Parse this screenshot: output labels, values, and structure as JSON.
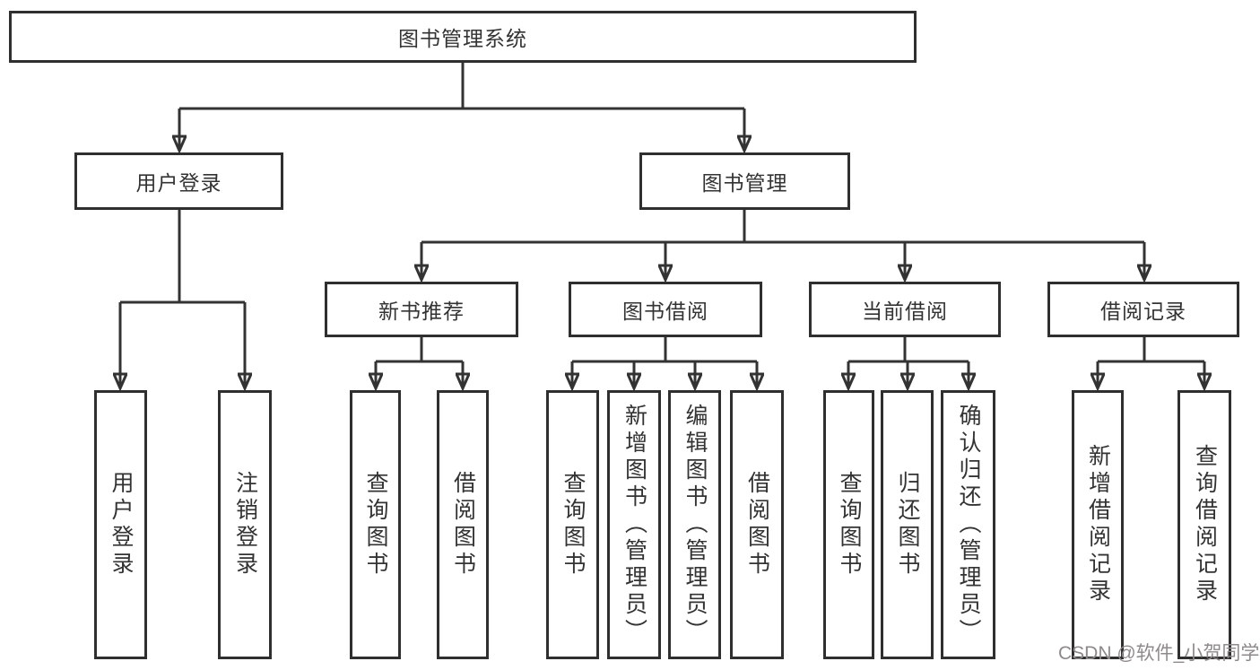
{
  "diagram_title": "图书管理系统",
  "colors": {
    "line": "#333333",
    "box_border": "#2f2f2f",
    "text": "#333333",
    "background": "#ffffff",
    "watermark": "#8e8a8a"
  },
  "tree": {
    "label": "图书管理系统",
    "children": [
      {
        "label": "用户登录",
        "children": [
          {
            "label": "用户登录"
          },
          {
            "label": "注销登录"
          }
        ]
      },
      {
        "label": "图书管理",
        "children": [
          {
            "label": "新书推荐",
            "children": [
              {
                "label": "查询图书"
              },
              {
                "label": "借阅图书"
              }
            ]
          },
          {
            "label": "图书借阅",
            "children": [
              {
                "label": "查询图书"
              },
              {
                "label": "新增图书（管理员）"
              },
              {
                "label": "编辑图书（管理员）"
              },
              {
                "label": "借阅图书"
              }
            ]
          },
          {
            "label": "当前借阅",
            "children": [
              {
                "label": "查询图书"
              },
              {
                "label": "归还图书"
              },
              {
                "label": "确认归还（管理员）"
              }
            ]
          },
          {
            "label": "借阅记录",
            "children": [
              {
                "label": "新增借阅记录"
              },
              {
                "label": "查询借阅记录"
              }
            ]
          }
        ]
      }
    ]
  },
  "watermark": {
    "text": "CSDN @软件_小贺同学"
  }
}
